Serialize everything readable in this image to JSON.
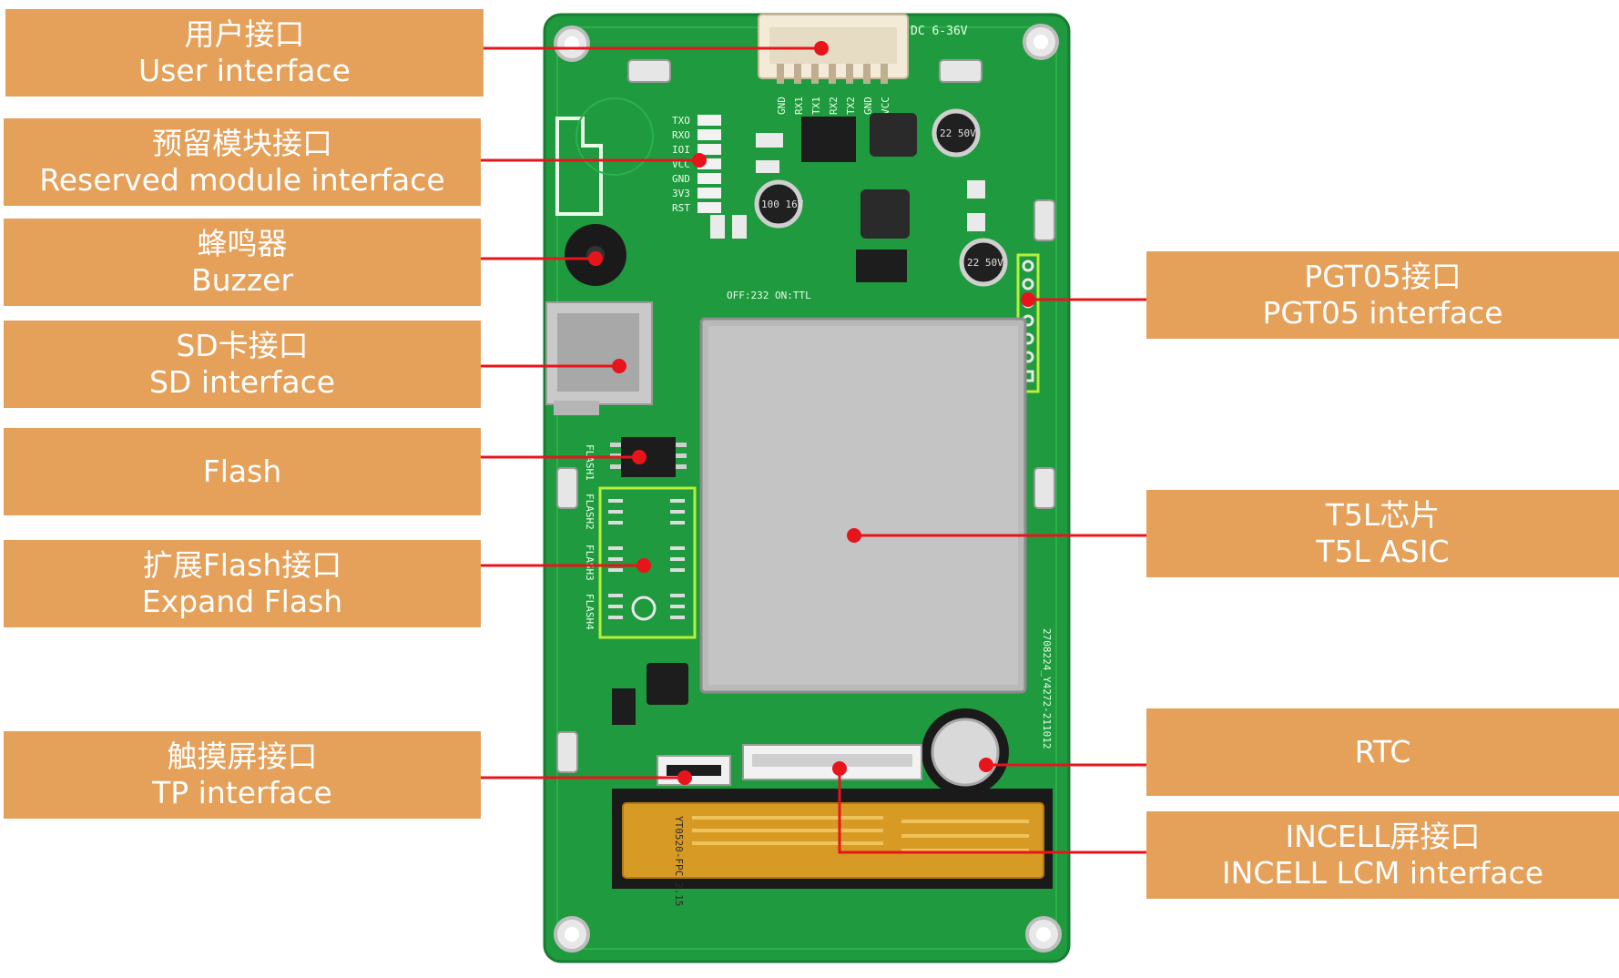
{
  "labels": {
    "user_interface": {
      "zh": "用户接口",
      "en": "User interface"
    },
    "reserved_module": {
      "zh": "预留模块接口",
      "en": "Reserved module interface"
    },
    "buzzer": {
      "zh": "蜂鸣器",
      "en": "Buzzer"
    },
    "sd_interface": {
      "zh": "SD卡接口",
      "en": "SD interface"
    },
    "flash": {
      "en": "Flash"
    },
    "expand_flash": {
      "zh": "扩展Flash接口",
      "en": "Expand Flash"
    },
    "tp_interface": {
      "zh": "触摸屏接口",
      "en": "TP interface"
    },
    "pgt05_interface": {
      "zh": "PGT05接口",
      "en": "PGT05 interface"
    },
    "t5l_asic": {
      "zh": "T5L芯片",
      "en": "T5L ASIC"
    },
    "rtc": {
      "en": "RTC"
    },
    "incell_lcm": {
      "zh": "INCELL屏接口",
      "en": "INCELL LCM interface"
    }
  },
  "board_silkscreen": {
    "voltage": "DC 6-36V",
    "pins_user": [
      "GND",
      "RX1",
      "TX1",
      "RX2",
      "TX2",
      "GND",
      "VCC"
    ],
    "pins_module": [
      "TXO",
      "RXO",
      "IOI",
      "VCC",
      "GND",
      "3V3",
      "RST"
    ],
    "switch": "OFF:232 ON:TTL",
    "cap_a": "100 16V",
    "cap_b": "22 50V",
    "cap_c": "22 50V",
    "flash_marks": [
      "FLASH1",
      "FLASH2",
      "FLASH3",
      "FLASH4"
    ],
    "fpc_text": "YT0520-FPC 2.15",
    "pcb_code": "2708224_Y4272-211012"
  },
  "colors": {
    "label_bg": "#e5a05a",
    "label_text": "#ffffff",
    "pcb_green": "#1f9a3e",
    "callout_red": "#e8141c",
    "highlight_box": "#b5f03a"
  }
}
